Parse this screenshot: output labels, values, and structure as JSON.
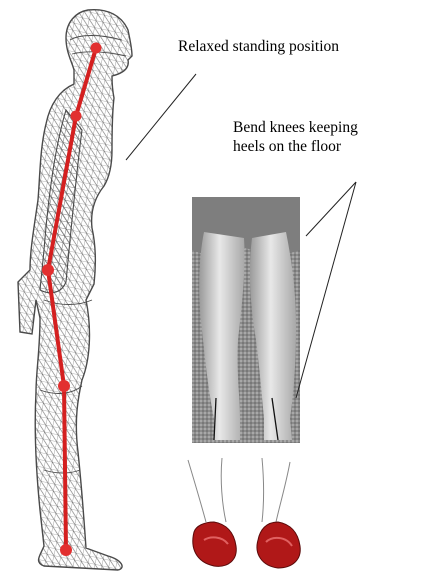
{
  "annotations": {
    "relaxed_label": "Relaxed standing position",
    "bend_label": "Bend knees  keeping\nheels on the floor"
  },
  "figures": {
    "wireframe_body_icon": "standing-human-wireframe",
    "legs_photo_icon": "rear-view-legs-photo",
    "feet_icon": "feet-with-red-shoes"
  },
  "colors": {
    "posture_line": "#d42020",
    "posture_joint": "#e23030",
    "wireframe_stroke": "#555555",
    "shoe": "#b01818",
    "photo_background": "#8a8a8a"
  }
}
